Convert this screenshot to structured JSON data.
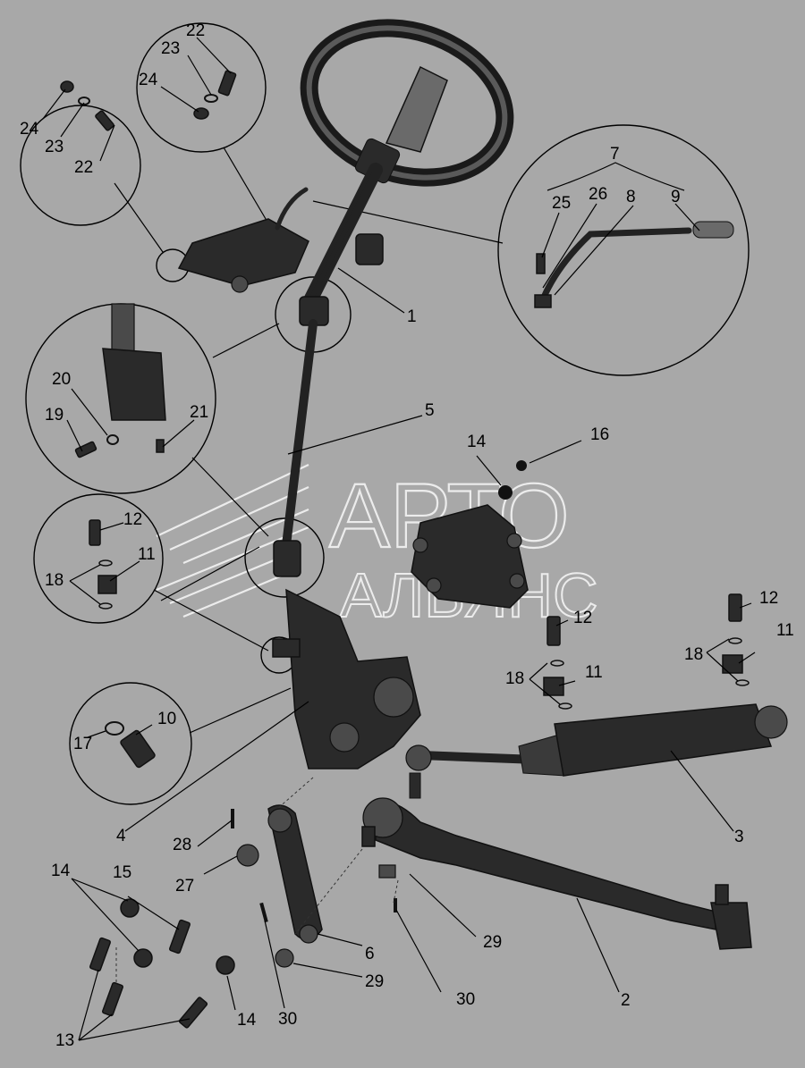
{
  "watermark": {
    "line1": "АРТО",
    "line2": "АЛЬЯНС"
  },
  "callouts": [
    {
      "id": "c1",
      "text": "1"
    },
    {
      "id": "c2",
      "text": "2"
    },
    {
      "id": "c3",
      "text": "3"
    },
    {
      "id": "c4",
      "text": "4"
    },
    {
      "id": "c5",
      "text": "5"
    },
    {
      "id": "c6",
      "text": "6"
    },
    {
      "id": "c7",
      "text": "7"
    },
    {
      "id": "c8",
      "text": "8"
    },
    {
      "id": "c9",
      "text": "9"
    },
    {
      "id": "c10",
      "text": "10"
    },
    {
      "id": "c11a",
      "text": "11"
    },
    {
      "id": "c11b",
      "text": "11"
    },
    {
      "id": "c11c",
      "text": "11"
    },
    {
      "id": "c12a",
      "text": "12"
    },
    {
      "id": "c12b",
      "text": "12"
    },
    {
      "id": "c12c",
      "text": "12"
    },
    {
      "id": "c13",
      "text": "13"
    },
    {
      "id": "c14a",
      "text": "14"
    },
    {
      "id": "c14b",
      "text": "14"
    },
    {
      "id": "c14c",
      "text": "14"
    },
    {
      "id": "c15",
      "text": "15"
    },
    {
      "id": "c16",
      "text": "16"
    },
    {
      "id": "c17",
      "text": "17"
    },
    {
      "id": "c18a",
      "text": "18"
    },
    {
      "id": "c18b",
      "text": "18"
    },
    {
      "id": "c18c",
      "text": "18"
    },
    {
      "id": "c19",
      "text": "19"
    },
    {
      "id": "c20",
      "text": "20"
    },
    {
      "id": "c21",
      "text": "21"
    },
    {
      "id": "c22a",
      "text": "22"
    },
    {
      "id": "c22b",
      "text": "22"
    },
    {
      "id": "c23a",
      "text": "23"
    },
    {
      "id": "c23b",
      "text": "23"
    },
    {
      "id": "c24a",
      "text": "24"
    },
    {
      "id": "c24b",
      "text": "24"
    },
    {
      "id": "c25",
      "text": "25"
    },
    {
      "id": "c26",
      "text": "26"
    },
    {
      "id": "c27",
      "text": "27"
    },
    {
      "id": "c28",
      "text": "28"
    },
    {
      "id": "c29a",
      "text": "29"
    },
    {
      "id": "c29b",
      "text": "29"
    },
    {
      "id": "c30a",
      "text": "30"
    },
    {
      "id": "c30b",
      "text": "30"
    }
  ]
}
